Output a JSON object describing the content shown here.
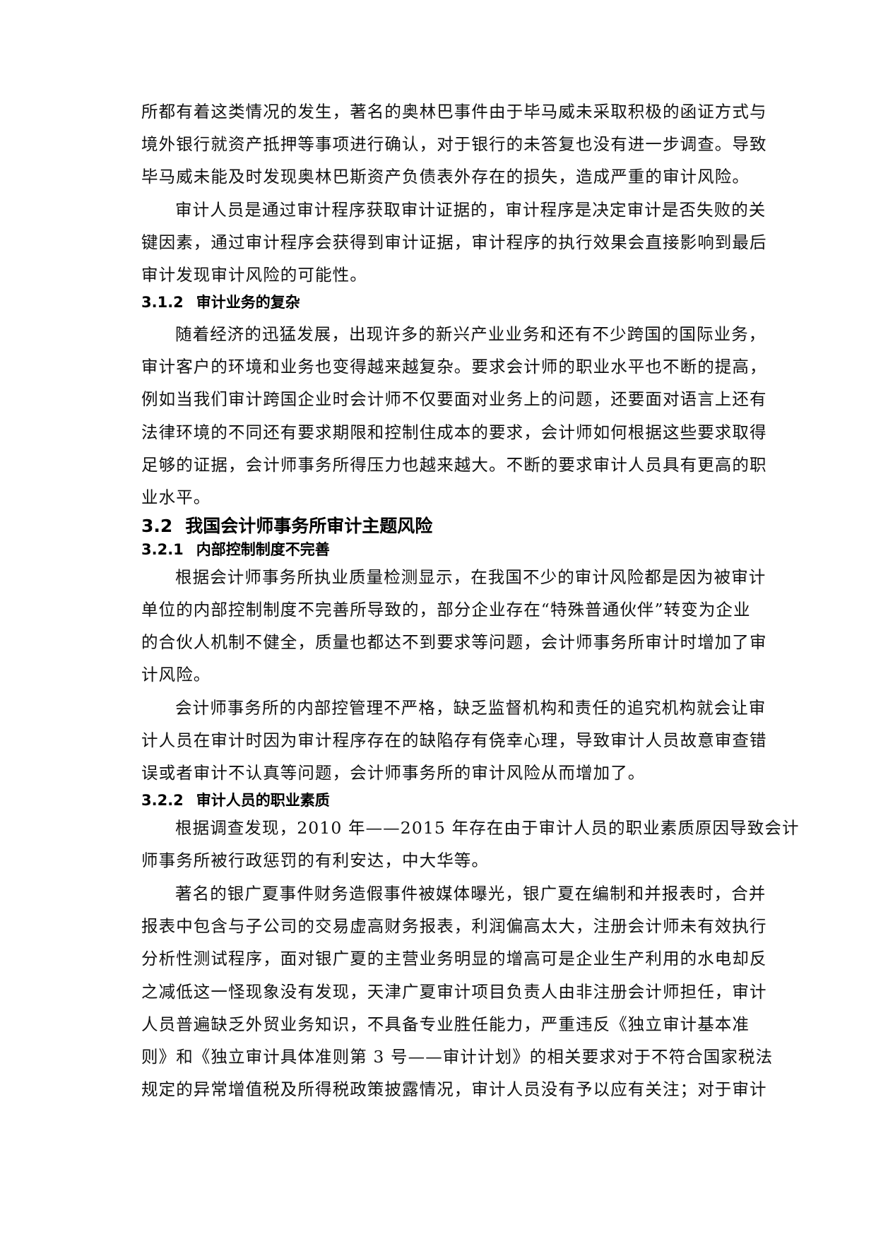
{
  "document": {
    "blocks": [
      {
        "type": "p",
        "lines": [
          "所都有着这类情况的发生，著名的奥林巴事件由于毕马威未采取积极的函证方式与",
          "境外银行就资产抵押等事项进行确认，对于银行的未答复也没有进一步调查。导致",
          "毕马威未能及时发现奥林巴斯资产负债表外存在的损失，造成严重的审计风险。"
        ]
      },
      {
        "type": "p",
        "lines": [
          "审计人员是通过审计程序获取审计证据的，审计程序是决定审计是否失败的关",
          "键因素，通过审计程序会获得到审计证据，审计程序的执行效果会直接影响到最后",
          "审计发现审计风险的可能性。"
        ]
      }
    ],
    "sections": {
      "s312": {
        "number": "3.1.2",
        "title": "审计业务的复杂"
      },
      "s32": {
        "number": "3.2",
        "title": "我国会计师事务所审计主题风险"
      },
      "s321": {
        "number": "3.2.1",
        "title": "内部控制制度不完善"
      },
      "s322": {
        "number": "3.2.2",
        "title": "审计人员的职业素质"
      }
    },
    "p1": [
      "所都有着这类情况的发生，著名的奥林巴事件由于毕马威未采取积极的函证方式与",
      "境外银行就资产抵押等事项进行确认，对于银行的未答复也没有进一步调查。导致",
      "毕马威未能及时发现奥林巴斯资产负债表外存在的损失，造成严重的审计风险。"
    ],
    "p2": [
      "审计人员是通过审计程序获取审计证据的，审计程序是决定审计是否失败的关",
      "键因素，通过审计程序会获得到审计证据，审计程序的执行效果会直接影响到最后",
      "审计发现审计风险的可能性。"
    ],
    "p3": [
      "随着经济的迅猛发展，出现许多的新兴产业业务和还有不少跨国的国际业务，",
      "审计客户的环境和业务也变得越来越复杂。要求会计师的职业水平也不断的提高，",
      "例如当我们审计跨国企业时会计师不仅要面对业务上的问题，还要面对语言上还有",
      "法律环境的不同还有要求期限和控制住成本的要求，会计师如何根据这些要求取得",
      "足够的证据，会计师事务所得压力也越来越大。不断的要求审计人员具有更高的职",
      "业水平。"
    ],
    "p4": [
      "根据会计师事务所执业质量检测显示，在我国不少的审计风险都是因为被审计",
      "单位的内部控制制度不完善所导致的，部分企业存在“特殊普通伙伴”转变为企业",
      "的合伙人机制不健全，质量也都达不到要求等问题，会计师事务所审计时增加了审",
      "计风险。"
    ],
    "p5": [
      "会计师事务所的内部控管理不严格，缺乏监督机构和责任的追究机构就会让审",
      "计人员在审计时因为审计程序存在的缺陷存有侥幸心理，导致审计人员故意审查错",
      "误或者审计不认真等问题，会计师事务所的审计风险从而增加了。"
    ],
    "p6": [
      "根据调查发现，2010 年——2015 年存在由于审计人员的职业素质原因导致会计",
      "师事务所被行政惩罚的有利安达，中大华等。"
    ],
    "p7": [
      "著名的银广夏事件财务造假事件被媒体曝光，银广夏在编制和并报表时，合并",
      "报表中包含与子公司的交易虚高财务报表，利润偏高太大，注册会计师未有效执行",
      "分析性测试程序，面对银广夏的主营业务明显的增高可是企业生产利用的水电却反",
      "之减低这一怪现象没有发现，天津广夏审计项目负责人由非注册会计师担任，审计",
      "人员普遍缺乏外贸业务知识，不具备专业胜任能力，严重违反《独立审计基本准",
      "则》和《独立审计具体准则第 3 号——审计计划》的相关要求对于不符合国家税法",
      "规定的异常增值税及所得税政策披露情况，审计人员没有予以应有关注；对于审计"
    ]
  }
}
